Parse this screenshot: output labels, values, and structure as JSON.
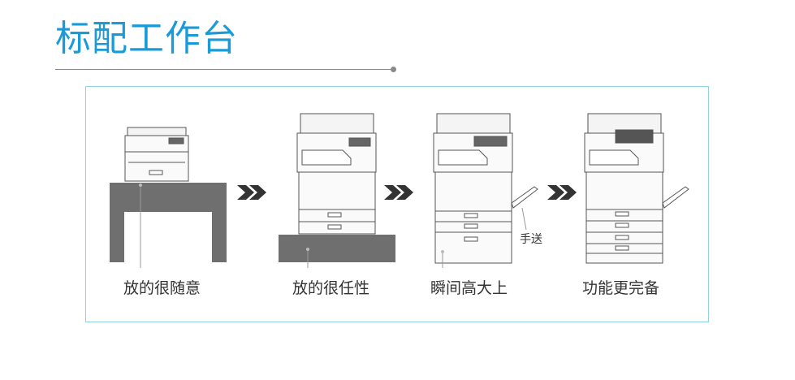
{
  "header": {
    "title": "标配工作台"
  },
  "steps": [
    {
      "caption": "放的很随意"
    },
    {
      "caption": "放的很任性"
    },
    {
      "caption": "瞬间高大上"
    },
    {
      "caption": "功能更完备"
    }
  ],
  "annotations": {
    "manual_feed": "手送"
  },
  "colors": {
    "accent": "#1a9bd8",
    "frame": "#8fd3ea",
    "stand": "#6f6f6f"
  },
  "icons": [
    "double-chevron-right-icon"
  ]
}
